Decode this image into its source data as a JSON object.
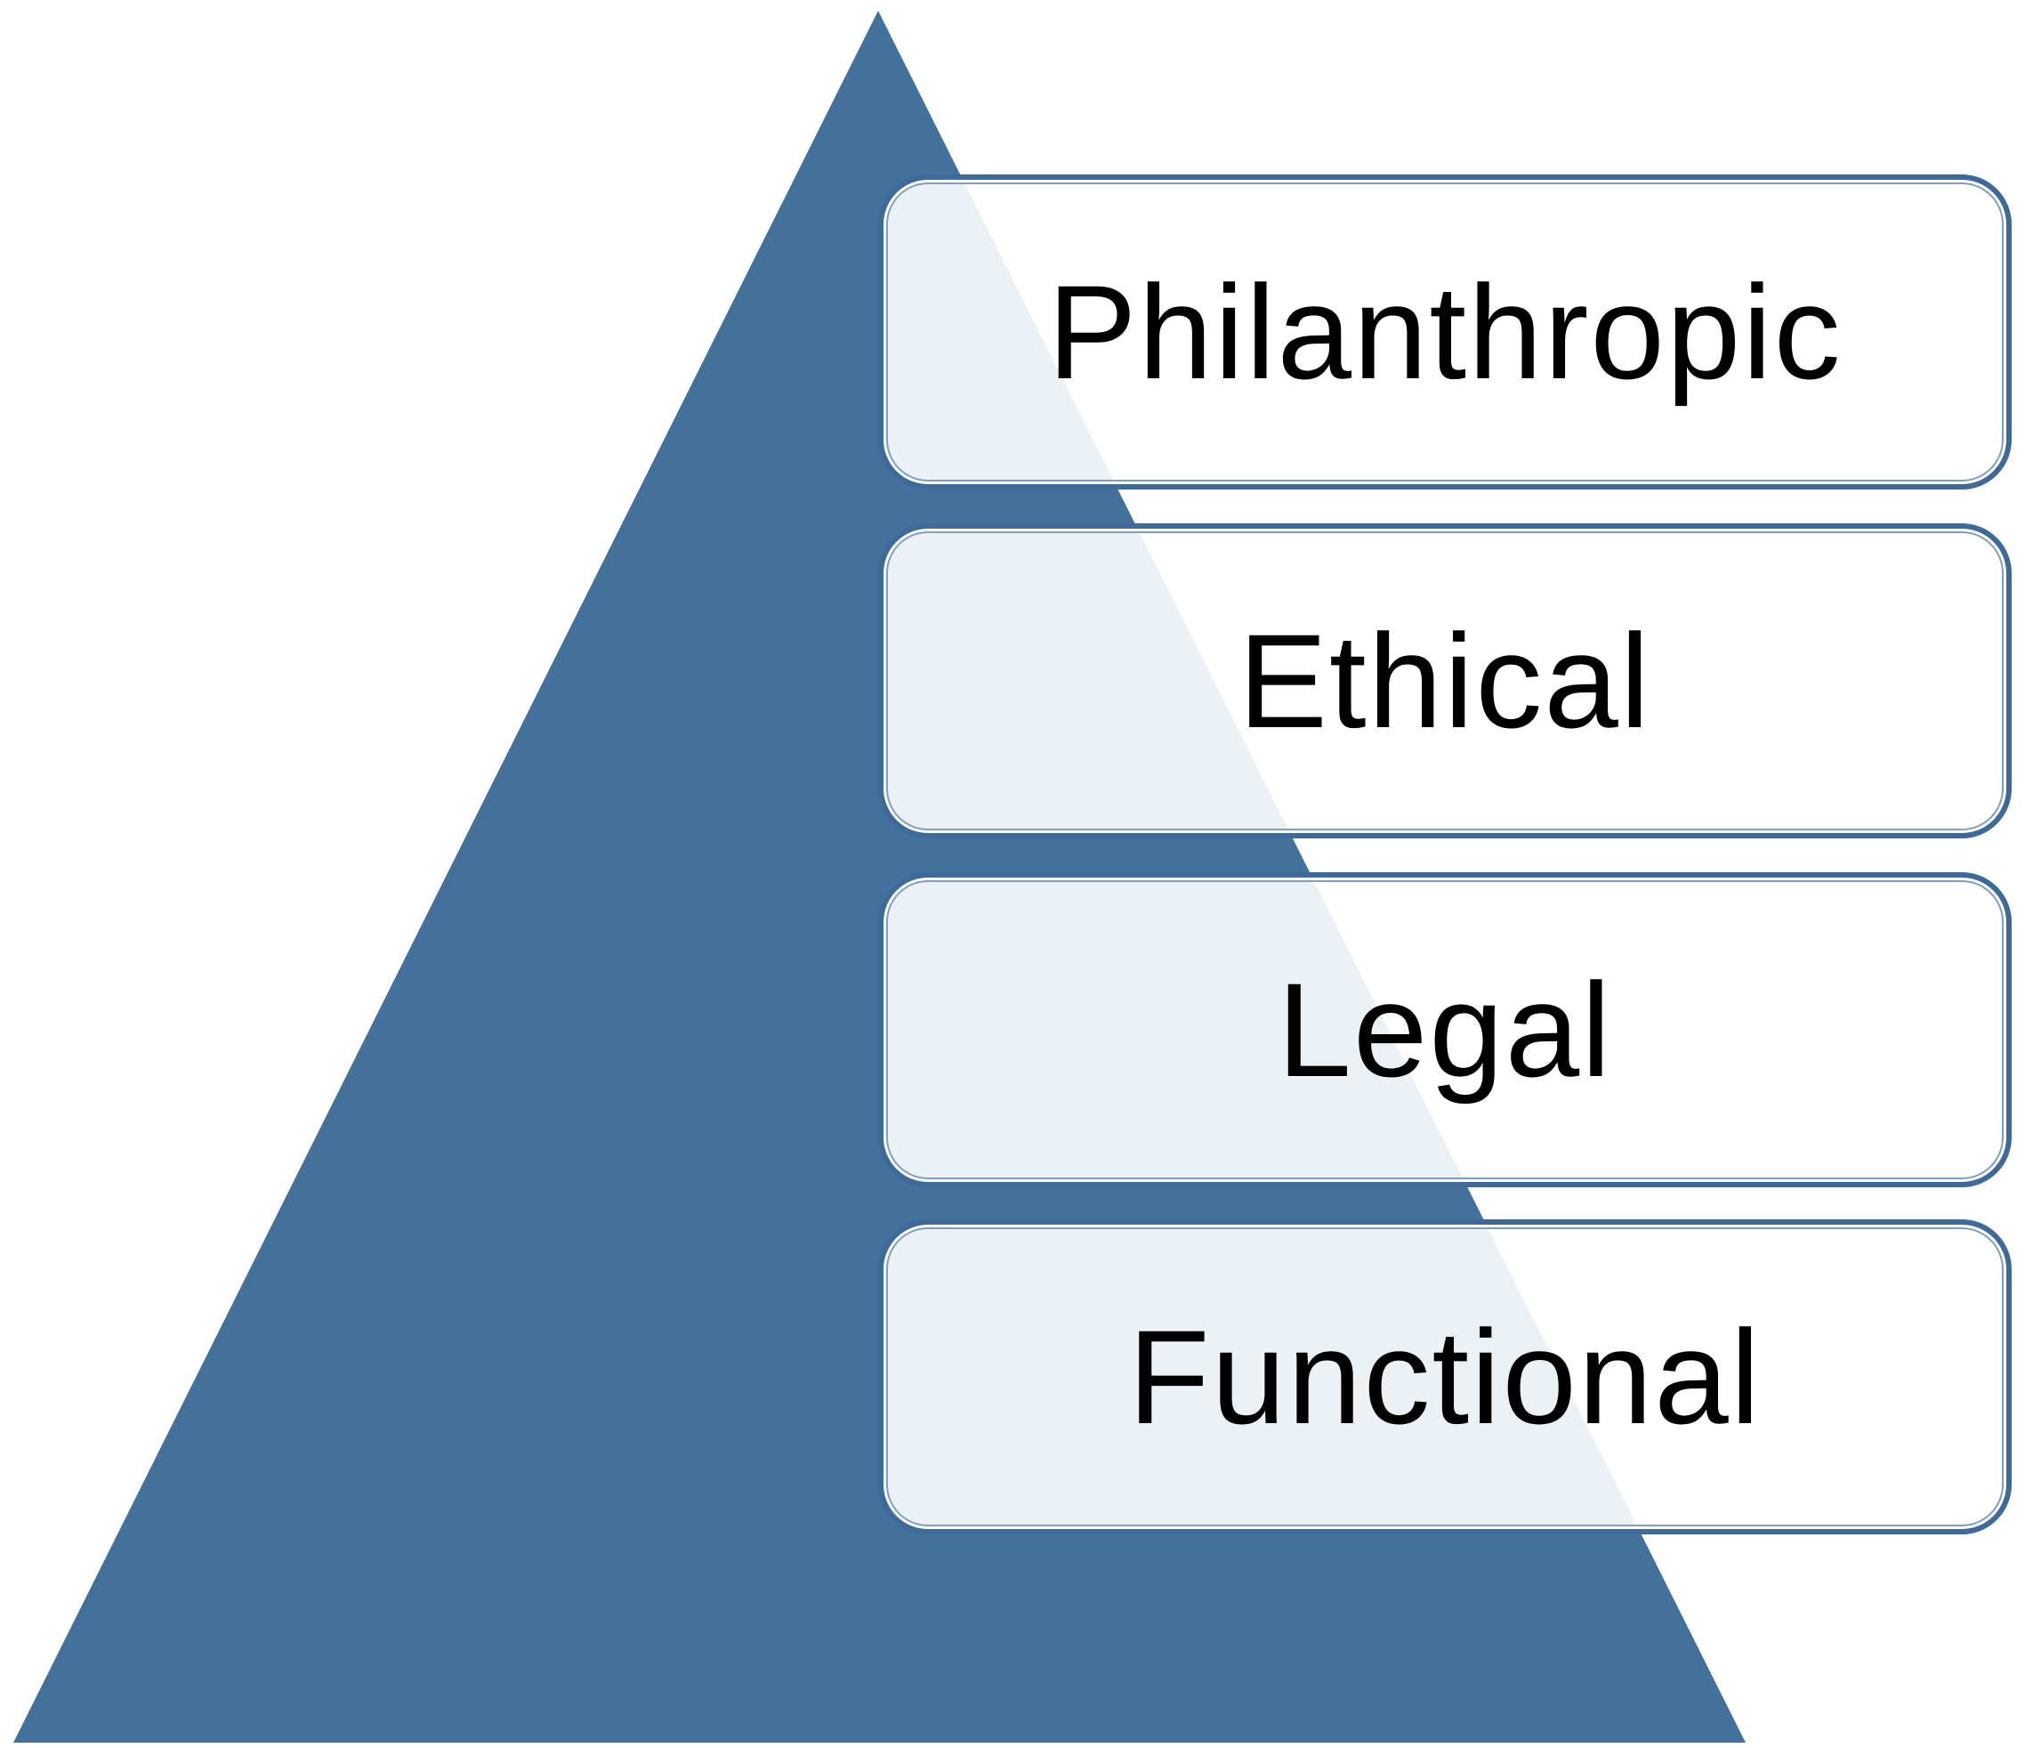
{
  "colors": {
    "pyramid": "#44719c",
    "border": "#3d6a99"
  },
  "levels": [
    {
      "label": "Philanthropic"
    },
    {
      "label": "Ethical"
    },
    {
      "label": "Legal"
    },
    {
      "label": "Functional"
    }
  ]
}
